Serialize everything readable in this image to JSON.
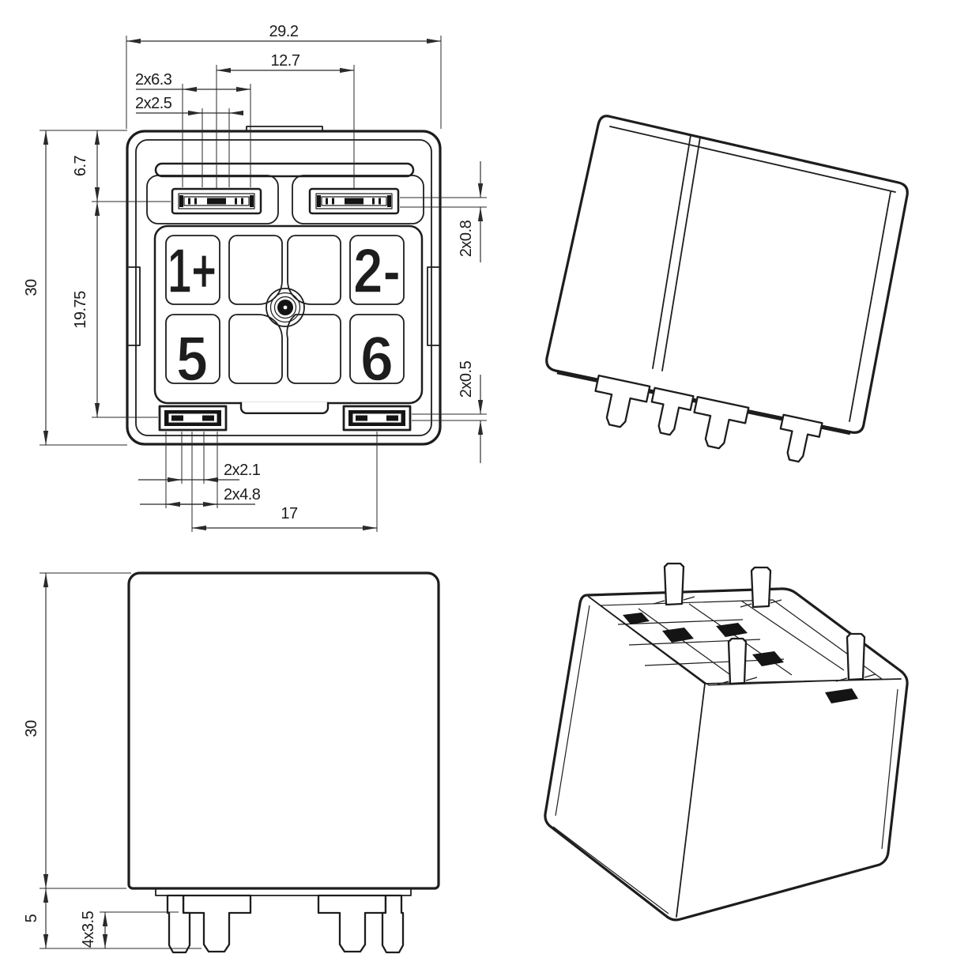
{
  "page": {
    "background": "#ffffff",
    "line_color": "#1d1d1d"
  },
  "views": {
    "bottom_view": {
      "pin_labels": {
        "pin1": "1+",
        "pin2": "2-",
        "pin5": "5",
        "pin6": "6"
      },
      "dims": {
        "overall_width": "29.2",
        "top_pin_spacing": "12.7",
        "top_slot_width": "2x6.3",
        "top_slot_inner_width": "2x2.5",
        "edge_to_top_row": "6.7",
        "overall_height": "30",
        "row_spacing": "19.75",
        "top_slot_thickness": "2x0.8",
        "bottom_slot_thickness": "2x0.5",
        "bottom_slot_inner_width": "2x2.1",
        "bottom_slot_width": "2x4.8",
        "bottom_pin_spacing": "17"
      }
    },
    "side_view": {
      "dims": {
        "body_height": "30",
        "pin_protrusion": "5",
        "pin_width": "4x3.5"
      }
    }
  }
}
